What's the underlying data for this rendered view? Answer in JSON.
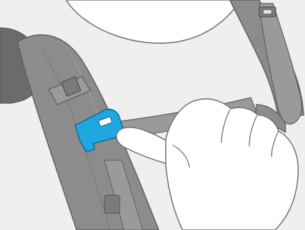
{
  "illustration": {
    "colors": {
      "background": "#ffffff",
      "shirt": "#efefef",
      "skin": "#ffffff",
      "outline": "#6f6f6f",
      "strap": "#8c8c8c",
      "strap_dark": "#6e6e6e",
      "strap_light": "#a3a3a3",
      "webbing": "#9a9a9a",
      "hardware": "#7a7a7a",
      "highlight_buckle": "#1ea7e1",
      "highlight_buckle_dark": "#0f6f9a"
    },
    "icons": [
      "backpack-strap",
      "sternum-strap",
      "buckle",
      "hand",
      "finger"
    ]
  }
}
